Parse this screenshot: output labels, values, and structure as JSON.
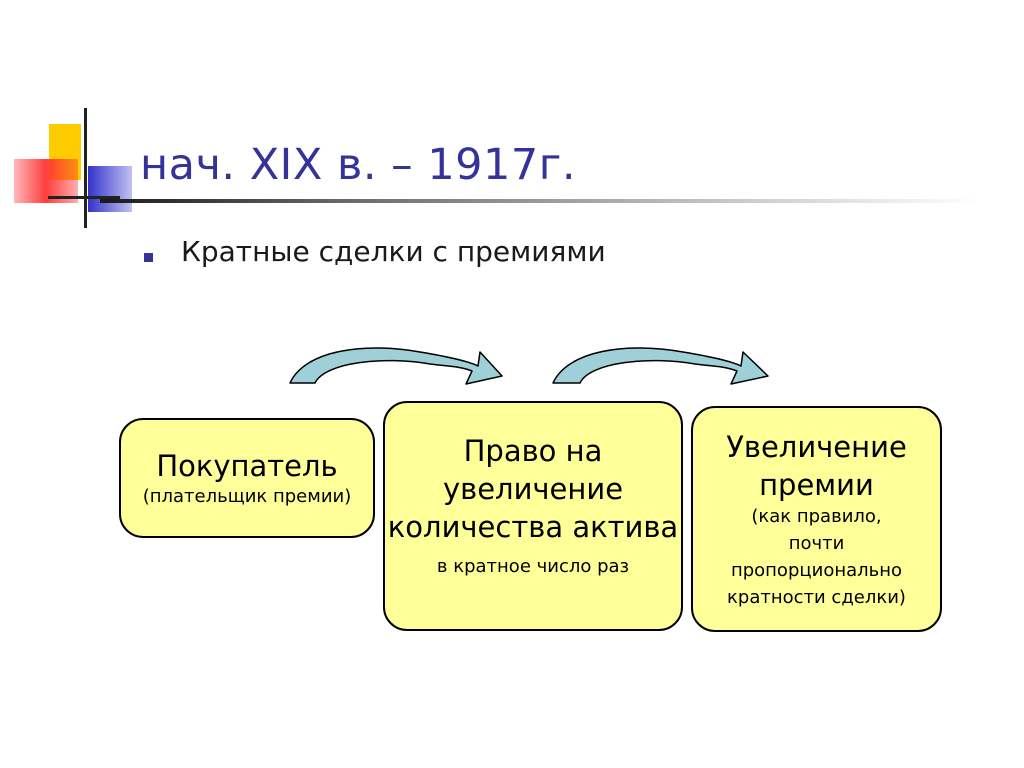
{
  "slide": {
    "title": "нач. XIX в. – 1917г.",
    "bullet": "Кратные сделки с премиями"
  },
  "boxes": {
    "buyer": {
      "title": "Покупатель",
      "note": "(плательщик премии)"
    },
    "right": {
      "line1": "Право на",
      "line2": "увеличение",
      "line3": "количества актива",
      "note": "в кратное число раз"
    },
    "increase": {
      "line1": "Увеличение",
      "line2": "премии",
      "note1": "(как правило,",
      "note2": "почти",
      "note3": "пропорционально",
      "note4": "кратности сделки)"
    }
  },
  "colors": {
    "title": "#333399",
    "box_fill": "#ffff99",
    "arrow_fill": "#9fd0d8",
    "deco_yellow": "#ffcc00",
    "deco_red": "#ff3333",
    "deco_blue": "#3333cc"
  },
  "icons": {
    "bullet": "square-bullet-icon",
    "arrow": "curved-arrow-icon"
  }
}
